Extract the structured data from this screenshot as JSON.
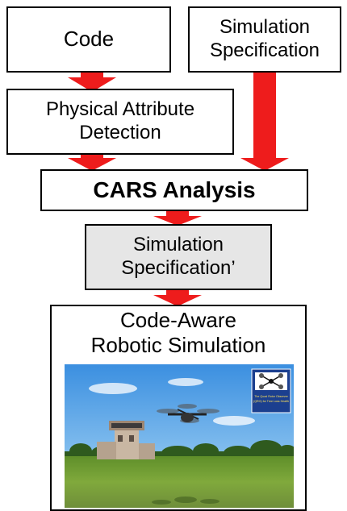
{
  "boxes": {
    "code": "Code",
    "sim_spec": {
      "line1": "Simulation",
      "line2": "Specification"
    },
    "physical": {
      "line1": "Physical Attribute",
      "line2": "Detection"
    },
    "cars": "CARS Analysis",
    "sim_spec_prime": {
      "line1": "Simulation",
      "line2": "Specification’"
    },
    "code_aware": {
      "line1": "Code-Aware",
      "line2": "Robotic Simulation"
    }
  },
  "image": {
    "inset_caption": {
      "line1": "The Quad Rotor Observer",
      "line2": "(QRO) for Tree Loss Health"
    }
  },
  "colors": {
    "arrow": "#ee1c1c",
    "box_border": "#000000",
    "highlight_box": "#e6e6e6",
    "sky": "#4aa0e8",
    "grass": "#6e9a30"
  }
}
